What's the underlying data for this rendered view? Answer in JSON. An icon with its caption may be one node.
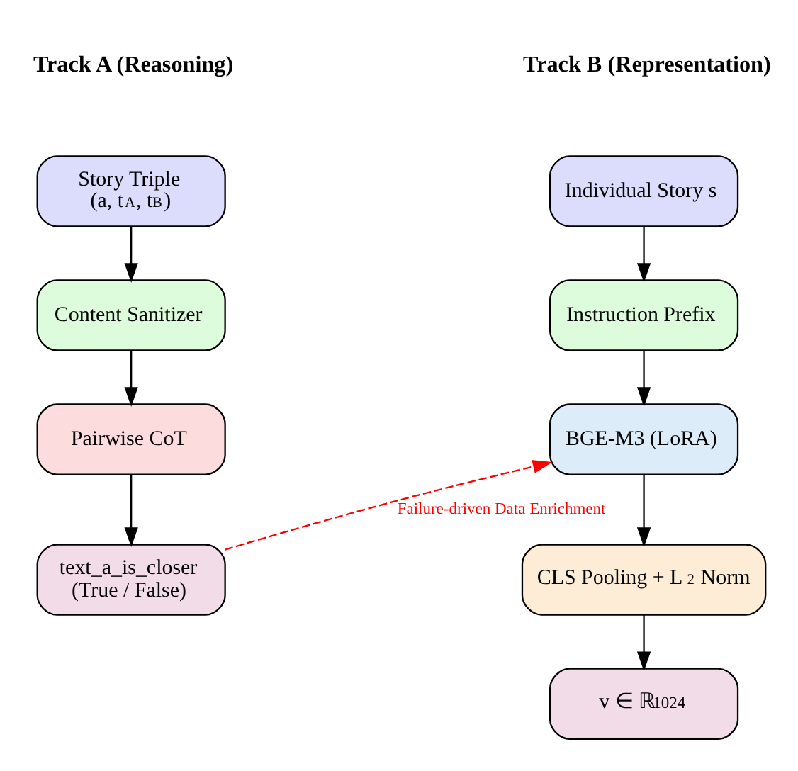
{
  "diagram": {
    "nodes": [
      {
        "text": [
          "Story Triple",
          "(a, t$_{A}$, t$_{B}$)"
        ]
      },
      {
        "text": [
          "Content Sanitizer"
        ]
      },
      {
        "text": [
          "Pairwise CoT"
        ]
      },
      {
        "text": [
          "text_a_is_closer",
          "(True / False)"
        ]
      },
      {
        "text": [
          "Individual Story s"
        ]
      },
      {
        "text": [
          "Instruction Prefix"
        ]
      },
      {
        "text": [
          "BGE-M3 (LoRA)"
        ]
      },
      {
        "text": [
          "CLS Pooling + L$_{2}$ Norm"
        ]
      },
      {
        "text": [
          "v ∈ ℝ$^{1024}$"
        ]
      }
    ],
    "edges": [
      {
        "from": 0,
        "to": 1,
        "arrow": "to"
      },
      {
        "from": 1,
        "to": 2,
        "arrow": "to"
      },
      {
        "from": 2,
        "to": 3,
        "arrow": "to"
      },
      {
        "from": 4,
        "to": 5,
        "arrow": "to"
      },
      {
        "from": 5,
        "to": 6,
        "arrow": "to"
      },
      {
        "from": 6,
        "to": 7,
        "arrow": "to"
      },
      {
        "from": 7,
        "to": 8,
        "arrow": "to"
      },
      {
        "from": 3,
        "to": 6,
        "arrow": "to",
        "label": "Failure-driven Data Enrichment",
        "style": "dashed",
        "color": "#ff0000"
      }
    ],
    "labels": [
      "Track A (Reasoning)",
      "Track B (Representation)"
    ]
  }
}
